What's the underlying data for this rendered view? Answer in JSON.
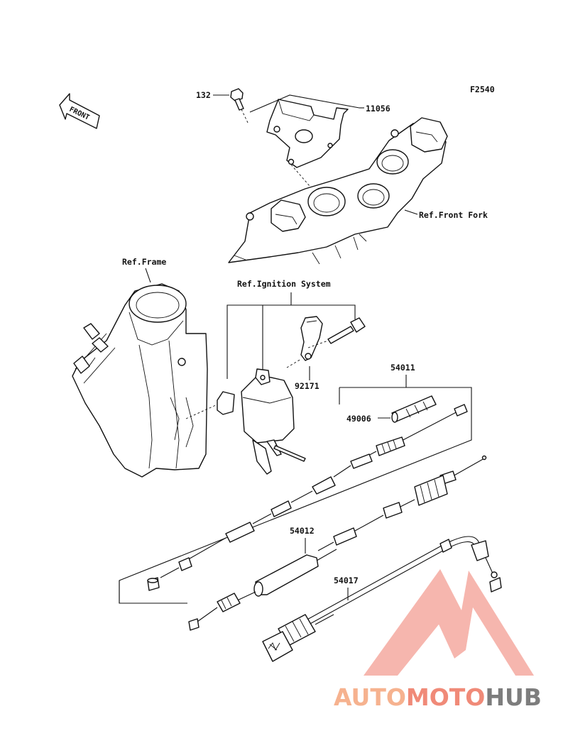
{
  "figure_code": "F2540",
  "front_marker": "FRONT",
  "refs": {
    "frame": "Ref.Frame",
    "ignition": "Ref.Ignition System",
    "front_fork": "Ref.Front Fork"
  },
  "parts": {
    "bolt": "132",
    "bracket": "11056",
    "clamp": "92171",
    "throttle_cable": "54011",
    "tube": "49006",
    "clutch_cable": "54012",
    "speedo_cable": "54017"
  },
  "watermark": {
    "part1": "AUTO",
    "part2": "MOTO",
    "part3": "HUB",
    "color_main": "#f6b28f",
    "color_mid": "#f08a78",
    "color_hub": "#7d7d7d",
    "logo_color": "#f4a9a0"
  }
}
